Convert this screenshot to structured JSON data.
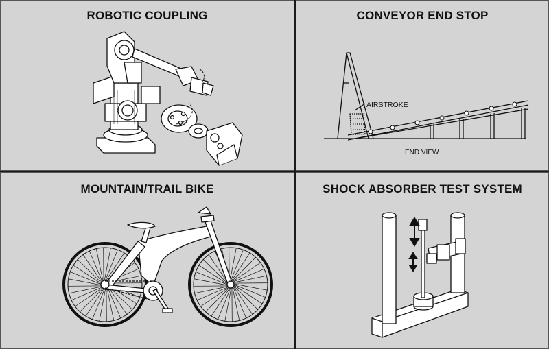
{
  "panels": {
    "robotic": {
      "title": "ROBOTIC COUPLING"
    },
    "conveyor": {
      "title": "CONVEYOR END STOP",
      "callout": "AIRSTROKE",
      "caption": "END VIEW"
    },
    "bike": {
      "title": "MOUNTAIN/TRAIL BIKE"
    },
    "shock": {
      "title": "SHOCK ABSORBER TEST SYSTEM"
    }
  },
  "colors": {
    "panel_bg": "#d4d4d4",
    "line": "#111111",
    "divider": "#1a1a1a"
  }
}
